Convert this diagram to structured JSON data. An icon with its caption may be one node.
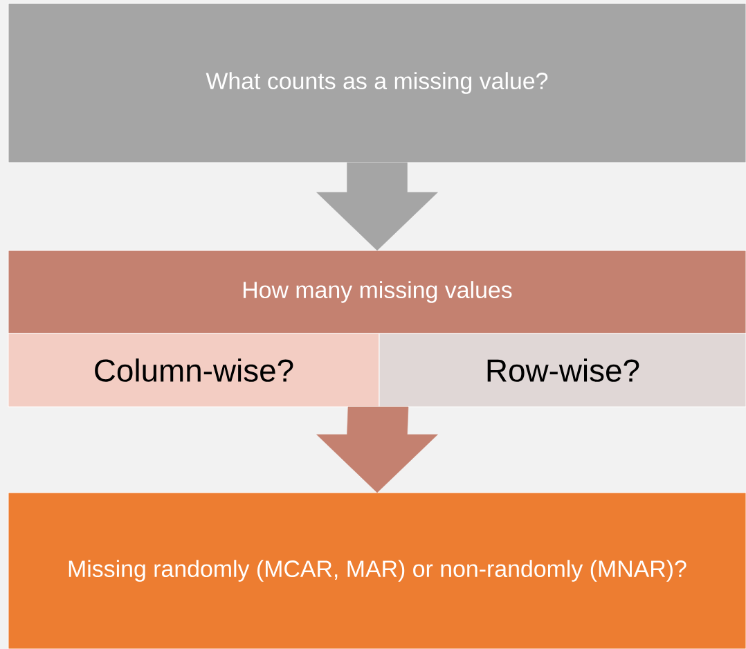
{
  "diagram": {
    "nodes": [
      {
        "text": [
          "What counts as a missing value?"
        ]
      },
      {
        "text": [
          "How many missing values"
        ]
      },
      {
        "text": [
          "Column-wise?"
        ]
      },
      {
        "text": [
          "Row-wise?"
        ]
      },
      {
        "text": [
          "Missing randomly (MCAR, MAR) or non-randomly (MNAR)?"
        ]
      }
    ],
    "edges": [
      {
        "from": 0,
        "to": 1,
        "arrow": "to",
        "color": "#a5a5a5"
      },
      {
        "from": 2,
        "to": 4,
        "arrow": "to",
        "color": "#c48170"
      },
      {
        "from": 3,
        "to": 4,
        "arrow": "to",
        "color": "#c48170"
      }
    ]
  }
}
